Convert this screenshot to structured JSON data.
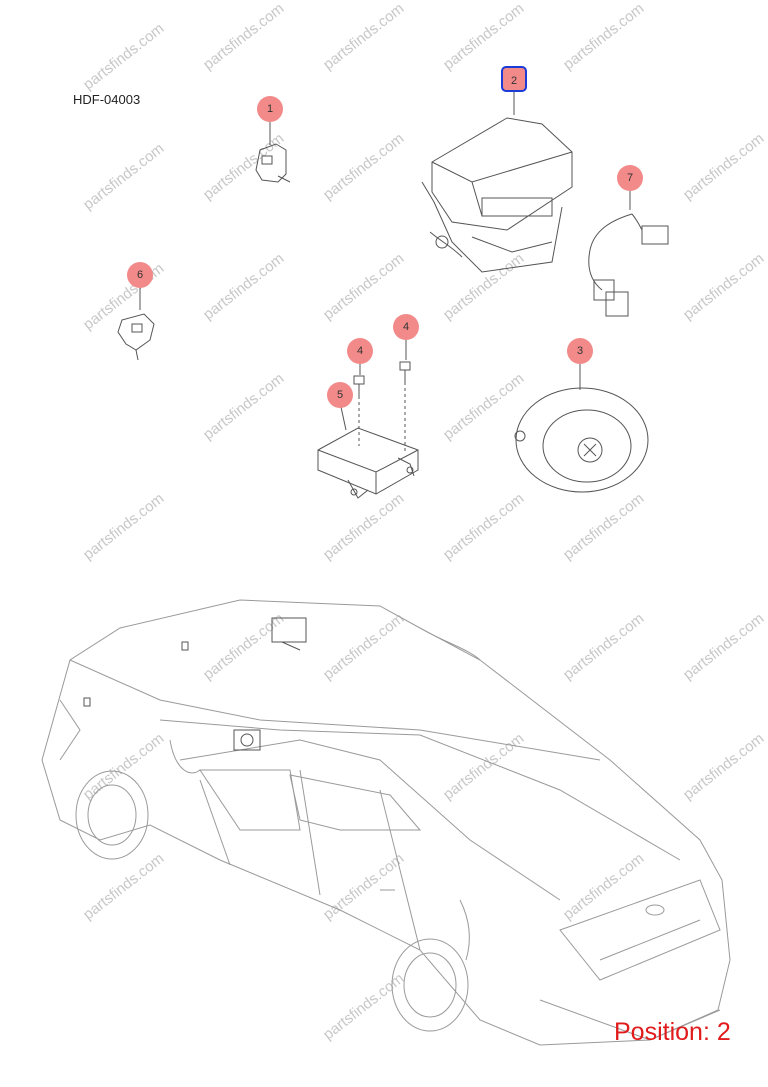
{
  "ref_code": "HDF-04003",
  "watermark_text": "partsfinds.com",
  "position": {
    "label": "Position:",
    "value": "2"
  },
  "callouts": [
    "1",
    "2",
    "3",
    "4",
    "4",
    "5",
    "6",
    "7"
  ],
  "colors": {
    "callout_fill": "#f28a8a",
    "selected_border": "#1a3bd6",
    "position_text": "#e11b1b",
    "line": "#555555"
  }
}
